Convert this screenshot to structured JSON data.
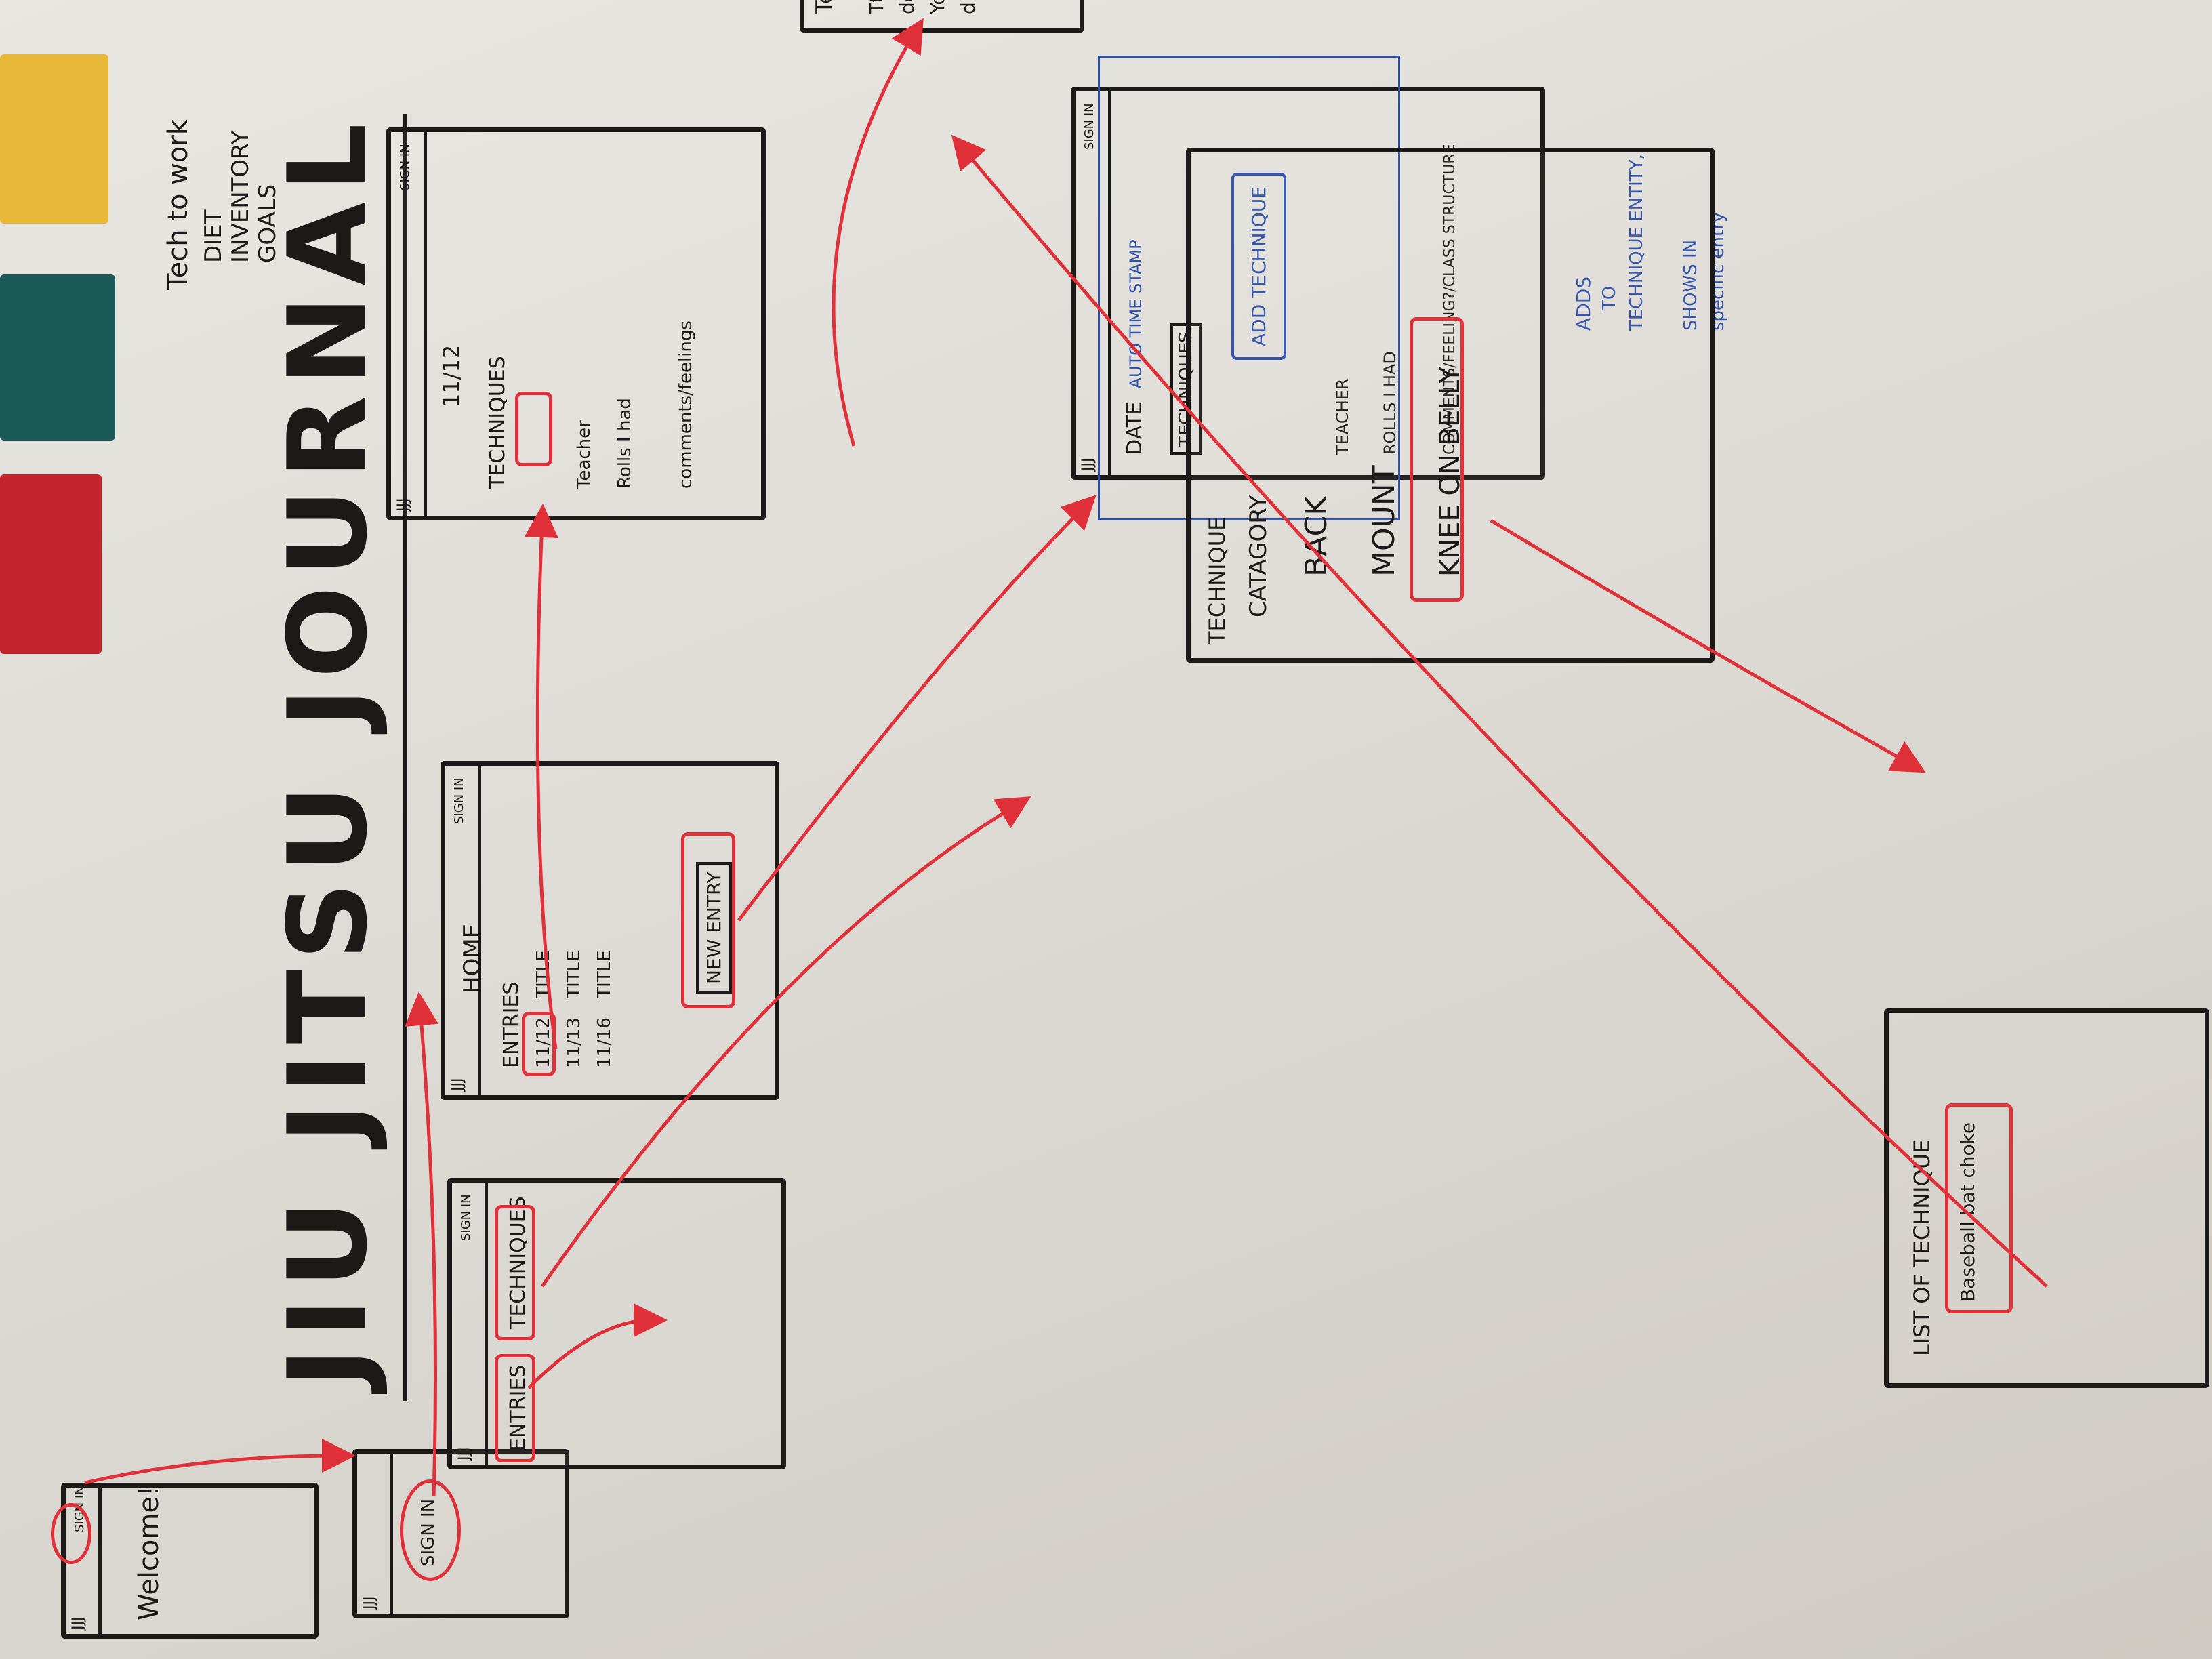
{
  "title": "JIU JITSU JOURNAL",
  "side_note": {
    "heading": "Tech to work",
    "lines": [
      "DIET",
      "INVENTORY",
      "GOALS"
    ]
  },
  "screens": {
    "welcome": {
      "header": "JJJ",
      "sign_in": "SIGN IN",
      "body": "Welcome!"
    },
    "signin": {
      "header": "JJJ",
      "button": "SIGN IN"
    },
    "menu": {
      "header": "JJJ",
      "sign_in": "SIGN IN",
      "entries": "ENTRIES",
      "techniques": "TECHNIQUES"
    },
    "home": {
      "header": "JJJ",
      "sign_in": "SIGN IN",
      "title": "HOME",
      "entries_label": "ENTRIES",
      "rows": [
        {
          "date": "11/12",
          "title": "TITLE"
        },
        {
          "date": "11/13",
          "title": "TITLE"
        },
        {
          "date": "11/16",
          "title": "TITLE"
        }
      ],
      "new_entry": "NEW ENTRY"
    },
    "entry": {
      "header": "JJJ",
      "sign_in": "SIGN IN",
      "date": "11/12",
      "techniques": "TECHNIQUES",
      "teacher": "Teacher",
      "rolls": "Rolls I had",
      "comments": "comments/feelings"
    },
    "new_entry": {
      "header": "JJJ",
      "sign_in": "SIGN IN",
      "date_label": "DATE",
      "date_value": "AUTO TIME STAMP",
      "techniques": "TECHNIQUES",
      "add_technique": "ADD TECHNIQUE",
      "teacher": "TEACHER",
      "rolls": "ROLLS I HAD",
      "comments": "COMMENTS/FEELING?/CLASS STRUCTURE"
    },
    "technique": {
      "title": "TECHNIQUE",
      "category": "CATAGORY",
      "items": [
        "BACK",
        "MOUNT",
        "KNEE ON BELLY"
      ]
    },
    "list": {
      "title": "LIST OF TECHNIQUE",
      "item": "Baseball bat choke"
    },
    "detail": {
      "title": "Tech",
      "lines": [
        "Tt",
        "des",
        "You",
        "d"
      ]
    }
  },
  "annotations": {
    "adds": [
      "ADDS",
      "TO",
      "TECHNIQUE ENTITY,",
      "SHOWS IN",
      "specific entry"
    ]
  },
  "colors": {
    "ink": "#1c1a18",
    "red": "#e0303a",
    "blue": "#2c4fa8",
    "paper": "#e6e4df"
  }
}
